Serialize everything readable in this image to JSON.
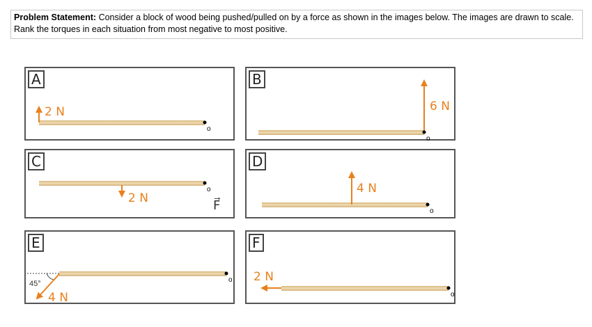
{
  "problem": {
    "label": "Problem Statement:",
    "text": " Consider a block of wood being pushed/pulled on by a force as shown in the images below.  The images are drawn to scale.  Rank the torques in each situation from most negative to most positive."
  },
  "panels": [
    {
      "id": "A",
      "force": "2 N"
    },
    {
      "id": "B",
      "force": "6 N"
    },
    {
      "id": "C",
      "force": "2 N"
    },
    {
      "id": "D",
      "force": "4 N"
    },
    {
      "id": "E",
      "force": "4 N",
      "angle": "45°"
    },
    {
      "id": "F",
      "force": "2 N"
    }
  ],
  "pivot_label": "o",
  "vector_label": "F⃗",
  "colors": {
    "force": "#e8801e",
    "wood": "#e2c48f"
  }
}
